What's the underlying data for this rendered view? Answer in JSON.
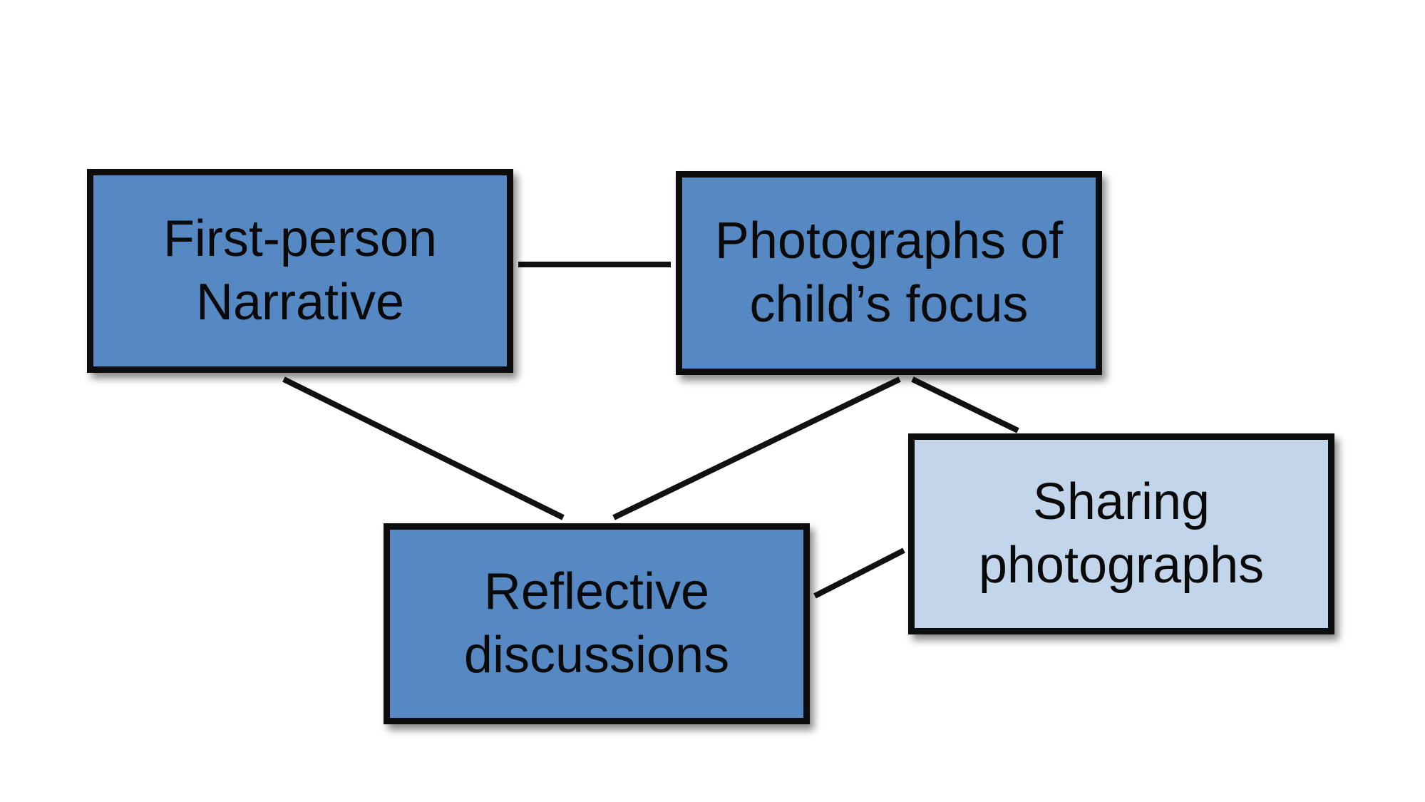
{
  "diagram": {
    "nodes": [
      {
        "id": "narrative",
        "lines": [
          "First-person",
          "Narrative"
        ],
        "fill": "#5689c3"
      },
      {
        "id": "photographs",
        "lines": [
          "Photographs of",
          "child’s focus"
        ],
        "fill": "#5689c3"
      },
      {
        "id": "reflective",
        "lines": [
          "Reflective",
          "discussions"
        ],
        "fill": "#5689c3"
      },
      {
        "id": "sharing",
        "lines": [
          "Sharing",
          "photographs"
        ],
        "fill": "#c2d5ea"
      }
    ],
    "edges": [
      {
        "from": "narrative",
        "to": "photographs"
      },
      {
        "from": "narrative",
        "to": "reflective"
      },
      {
        "from": "photographs",
        "to": "reflective"
      },
      {
        "from": "photographs",
        "to": "sharing"
      },
      {
        "from": "reflective",
        "to": "sharing"
      }
    ],
    "colors": {
      "border": "#0d0d0d",
      "connector": "#111111"
    }
  }
}
